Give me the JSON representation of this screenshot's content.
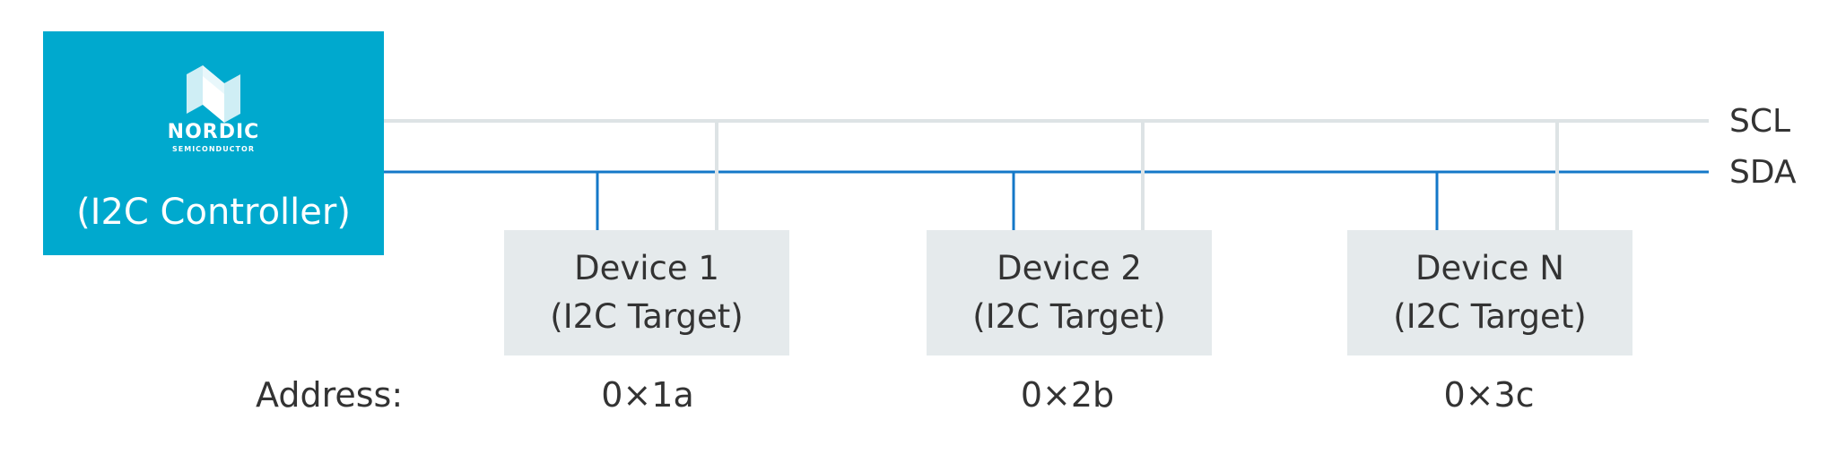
{
  "controller": {
    "brand": "NORDIC",
    "brand_sub": "SEMICONDUCTOR",
    "label": "(I2C Controller)"
  },
  "bus": {
    "scl_label": "SCL",
    "sda_label": "SDA",
    "scl_color": "#dde3e5",
    "sda_color": "#1478c8"
  },
  "address_label": "Address:",
  "devices": [
    {
      "name": "Device 1",
      "role": "(I2C Target)",
      "address": "0×1a"
    },
    {
      "name": "Device 2",
      "role": "(I2C Target)",
      "address": "0×2b"
    },
    {
      "name": "Device N",
      "role": "(I2C Target)",
      "address": "0×3c"
    }
  ],
  "colors": {
    "controller_bg": "#00a9ce",
    "device_bg": "#e5eaec",
    "text": "#333333"
  }
}
